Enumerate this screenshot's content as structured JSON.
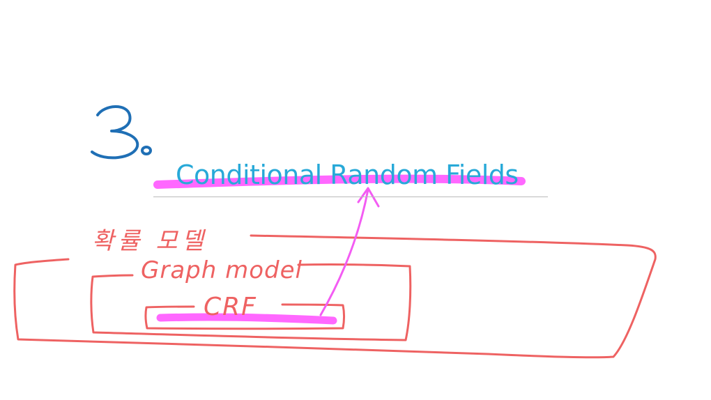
{
  "slide": {
    "section_number": "3.",
    "title": "Conditional Random Fields"
  },
  "annotations": {
    "outer_label": "확률 모델",
    "middle_label": "Graph model",
    "inner_label": "CRF"
  },
  "colors": {
    "title": "#28a9d8",
    "section_number_ink": "#1f6fb5",
    "box_ink": "#ee6262",
    "highlight": "#ff4dff",
    "arrow_ink": "#f35cf3",
    "rule": "#b9b9b9"
  }
}
